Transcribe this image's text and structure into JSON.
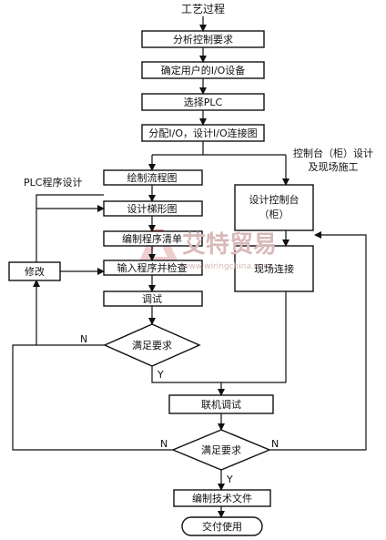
{
  "title": "工艺过程",
  "nodes": {
    "analyze": "分析控制要求",
    "io_device": "确定用户的I/O设备",
    "select_plc": "选择PLC",
    "assign_io": "分配I/O，设计I/O连接图",
    "flowchart": "绘制流程图",
    "ladder": "设计梯形图",
    "program_list": "编制程序清单",
    "input_check": "输入程序并检查",
    "debug": "调试",
    "decision1": "满足要求",
    "modify": "修改",
    "design_console_line1": "设计控制台",
    "design_console_line2": "（柜）",
    "site_wiring": "现场连接",
    "joint_debug": "联机调试",
    "decision2": "满足要求",
    "tech_docs": "编制技术文件",
    "delivery": "交付使用"
  },
  "section_labels": {
    "plc_program": "PLC程序设计",
    "console_line1": "控制台（柜）设计",
    "console_line2": "及现场施工"
  },
  "branch_labels": {
    "n1": "N",
    "y1": "Y",
    "n2_left": "N",
    "n2_right": "N",
    "y2": "Y"
  },
  "watermark": {
    "text": "艾特贸易",
    "url": "www.wiringchina.com"
  }
}
